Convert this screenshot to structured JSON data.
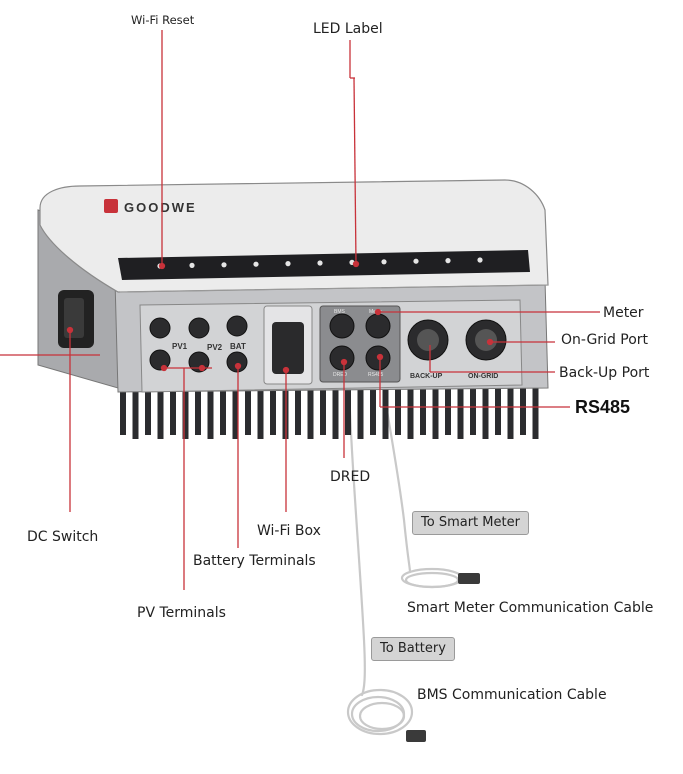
{
  "labels": {
    "wifi_reset": "Wi-Fi  Reset",
    "led_label": "LED  Label",
    "meter": "Meter",
    "on_grid_port": "On-Grid Port",
    "back_up_port": "Back-Up Port",
    "rs485": "RS485",
    "dred": "DRED",
    "dc_switch": "DC Switch",
    "wifi_box": "Wi-Fi Box",
    "battery_terminals": "Battery Terminals",
    "pv_terminals": "PV Terminals",
    "smart_meter_cable": "Smart Meter Communication Cable",
    "bms_cable": "BMS Communication Cable"
  },
  "tags": {
    "to_smart_meter": "To Smart Meter",
    "to_battery": "To Battery"
  },
  "device": {
    "brand": "GOODWE",
    "terminal_labels": [
      "PV1",
      "PV2",
      "BAT"
    ],
    "comm_port_labels": [
      "BMS",
      "Meter",
      "DRED",
      "RS485"
    ],
    "ac_port_labels": [
      "BACK-UP",
      "ON-GRID"
    ]
  },
  "colors": {
    "leader_line": "#c8323a",
    "housing_top": "#ececec",
    "housing_body": "#bdbec1",
    "front_panel": "#d2d3d5",
    "led_strip": "#1f1f22",
    "heatsink": "#2b2c2f",
    "cable": "#c9c9c9"
  }
}
